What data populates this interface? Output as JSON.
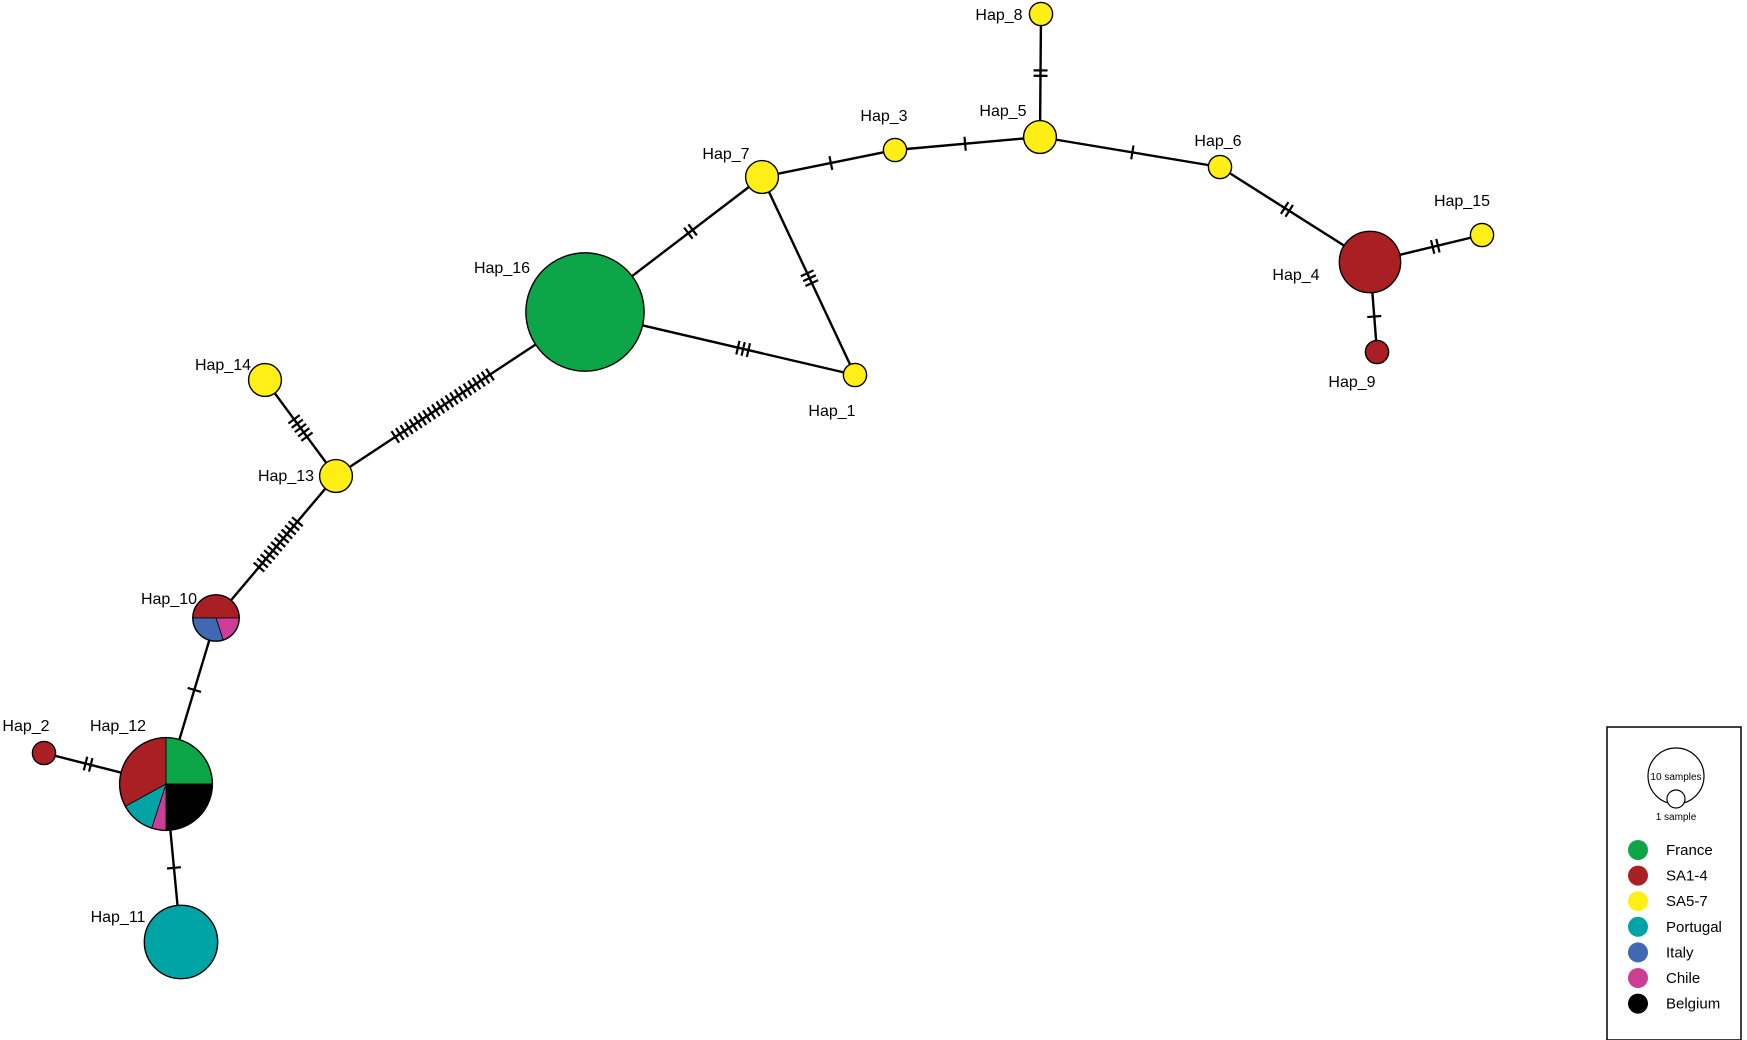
{
  "colors": {
    "France": "#0ca548",
    "SA1-4": "#a91f24",
    "SA5-7": "#ffef17",
    "Portugal": "#01a4a5",
    "Italy": "#3f69b2",
    "Chile": "#cc3d95",
    "Belgium": "#000000"
  },
  "nodes": [
    {
      "id": "hap_1",
      "label": "Hap_1",
      "size": 1,
      "composition": [
        {
          "group": "SA5-7",
          "fraction": 1
        }
      ]
    },
    {
      "id": "hap_2",
      "label": "Hap_2",
      "size": 1,
      "composition": [
        {
          "group": "SA1-4",
          "fraction": 1
        }
      ]
    },
    {
      "id": "hap_3",
      "label": "Hap_3",
      "size": 1,
      "composition": [
        {
          "group": "SA5-7",
          "fraction": 1
        }
      ]
    },
    {
      "id": "hap_4",
      "label": "Hap_4",
      "size": 7,
      "composition": [
        {
          "group": "SA1-4",
          "fraction": 1
        }
      ]
    },
    {
      "id": "hap_5",
      "label": "Hap_5",
      "size": 2,
      "composition": [
        {
          "group": "SA5-7",
          "fraction": 1
        }
      ]
    },
    {
      "id": "hap_6",
      "label": "Hap_6",
      "size": 1,
      "composition": [
        {
          "group": "SA5-7",
          "fraction": 1
        }
      ]
    },
    {
      "id": "hap_7",
      "label": "Hap_7",
      "size": 2,
      "composition": [
        {
          "group": "SA5-7",
          "fraction": 1
        }
      ]
    },
    {
      "id": "hap_8",
      "label": "Hap_8",
      "size": 1,
      "composition": [
        {
          "group": "SA5-7",
          "fraction": 1
        }
      ]
    },
    {
      "id": "hap_9",
      "label": "Hap_9",
      "size": 1,
      "composition": [
        {
          "group": "SA1-4",
          "fraction": 1
        }
      ]
    },
    {
      "id": "hap_10",
      "label": "Hap_10",
      "size": 4,
      "composition": [
        {
          "group": "SA1-4",
          "fraction": 0.5
        },
        {
          "group": "Chile",
          "fraction": 0.2
        },
        {
          "group": "Italy",
          "fraction": 0.3
        }
      ]
    },
    {
      "id": "hap_11",
      "label": "Hap_11",
      "size": 10,
      "composition": [
        {
          "group": "Portugal",
          "fraction": 1
        }
      ]
    },
    {
      "id": "hap_12",
      "label": "Hap_12",
      "size": 16,
      "composition": [
        {
          "group": "France",
          "fraction": 0.25
        },
        {
          "group": "Belgium",
          "fraction": 0.25
        },
        {
          "group": "Chile",
          "fraction": 0.05
        },
        {
          "group": "Portugal",
          "fraction": 0.12
        },
        {
          "group": "SA1-4",
          "fraction": 0.33
        }
      ]
    },
    {
      "id": "hap_13",
      "label": "Hap_13",
      "size": 2,
      "composition": [
        {
          "group": "SA5-7",
          "fraction": 1
        }
      ]
    },
    {
      "id": "hap_14",
      "label": "Hap_14",
      "size": 2,
      "composition": [
        {
          "group": "SA5-7",
          "fraction": 1
        }
      ]
    },
    {
      "id": "hap_15",
      "label": "Hap_15",
      "size": 1,
      "composition": [
        {
          "group": "SA5-7",
          "fraction": 1
        }
      ]
    },
    {
      "id": "hap_16",
      "label": "Hap_16",
      "size": 26,
      "composition": [
        {
          "group": "France",
          "fraction": 1
        }
      ]
    }
  ],
  "edges": [
    {
      "from": "hap_16",
      "to": "hap_7",
      "mutations": 2
    },
    {
      "from": "hap_16",
      "to": "hap_1",
      "mutations": 3
    },
    {
      "from": "hap_7",
      "to": "hap_1",
      "mutations": 3
    },
    {
      "from": "hap_7",
      "to": "hap_3",
      "mutations": 1
    },
    {
      "from": "hap_3",
      "to": "hap_5",
      "mutations": 1
    },
    {
      "from": "hap_5",
      "to": "hap_8",
      "mutations": 2
    },
    {
      "from": "hap_5",
      "to": "hap_6",
      "mutations": 1
    },
    {
      "from": "hap_6",
      "to": "hap_4",
      "mutations": 2
    },
    {
      "from": "hap_4",
      "to": "hap_15",
      "mutations": 2
    },
    {
      "from": "hap_4",
      "to": "hap_9",
      "mutations": 1
    },
    {
      "from": "hap_16",
      "to": "hap_13",
      "mutations": 22
    },
    {
      "from": "hap_13",
      "to": "hap_14",
      "mutations": 5
    },
    {
      "from": "hap_13",
      "to": "hap_10",
      "mutations": 12
    },
    {
      "from": "hap_10",
      "to": "hap_12",
      "mutations": 1
    },
    {
      "from": "hap_12",
      "to": "hap_2",
      "mutations": 2
    },
    {
      "from": "hap_12",
      "to": "hap_11",
      "mutations": 1
    }
  ],
  "legend": {
    "size_large_label": "10 samples",
    "size_small_label": "1 sample",
    "entries": [
      {
        "label": "France",
        "color": "#0ca548"
      },
      {
        "label": "SA1-4",
        "color": "#a91f24"
      },
      {
        "label": "SA5-7",
        "color": "#ffef17"
      },
      {
        "label": "Portugal",
        "color": "#01a4a5"
      },
      {
        "label": "Italy",
        "color": "#3f69b2"
      },
      {
        "label": "Chile",
        "color": "#cc3d95"
      },
      {
        "label": "Belgium",
        "color": "#000000"
      }
    ]
  }
}
